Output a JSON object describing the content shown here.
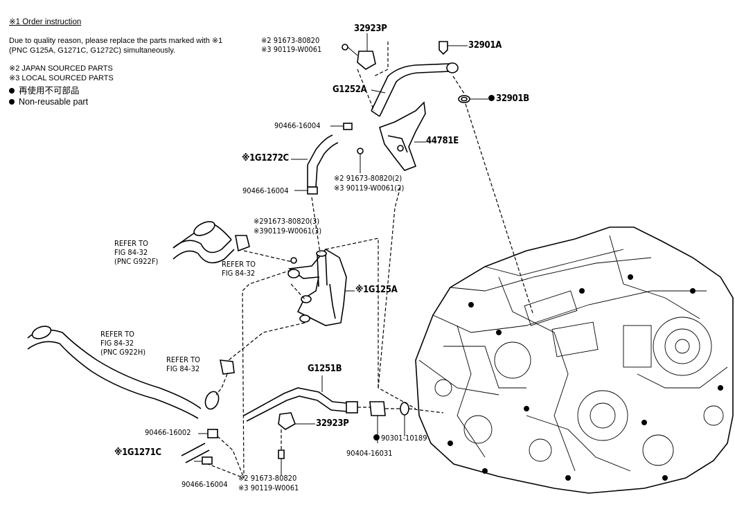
{
  "notes": {
    "order_heading": "※1 Order instruction",
    "order_line1": "Due to quality reason, please replace the parts marked with ※1",
    "order_line2": "(PNC G125A, G1271C, G1272C)   simultaneously.",
    "japan": "※2 JAPAN SOURCED PARTS",
    "local": "※3 LOCAL SOURCED PARTS",
    "nonreusable_jp": "再使用不可部品",
    "nonreusable_en": "Non-reusable part"
  },
  "labels": {
    "p32923P_top": "32923P",
    "p32901A": "32901A",
    "p32901B": "32901B",
    "note2_top": "※2 91673-80820",
    "note3_top": "※3 90119-W0061",
    "pG1252A": "G1252A",
    "p90466_16004_a": "90466-16004",
    "p44781E": "44781E",
    "pG1272C": "※1G1272C",
    "note2_mid": "※2 91673-80820(2)",
    "note3_mid": "※3 90119-W0061(2)",
    "p90466_16004_b": "90466-16004",
    "note2_clamp": "※291673-80820(3)",
    "note3_clamp": "※390119-W0061(3)",
    "ref1_l1": "REFER TO",
    "ref1_l2": "FIG 84-32",
    "ref1_l3": "(PNC G922F)",
    "ref2_l1": "REFER TO",
    "ref2_l2": "FIG 84-32",
    "pG125A": "※1G125A",
    "ref3_l1": "REFER TO",
    "ref3_l2": "FIG 84-32",
    "ref3_l3": "(PNC G922H)",
    "ref4_l1": "REFER TO",
    "ref4_l2": "FIG 84-32",
    "pG1251B": "G1251B",
    "p32923P_bot": "32923P",
    "p90466_16002": "90466-16002",
    "pG1271C": "※1G1271C",
    "p90466_16004_c": "90466-16004",
    "p90301_10189": "90301-10189",
    "p90404_16031": "90404-16031",
    "note2_bot": "※2 91673-80820",
    "note3_bot": "※3 90119-W0061"
  }
}
